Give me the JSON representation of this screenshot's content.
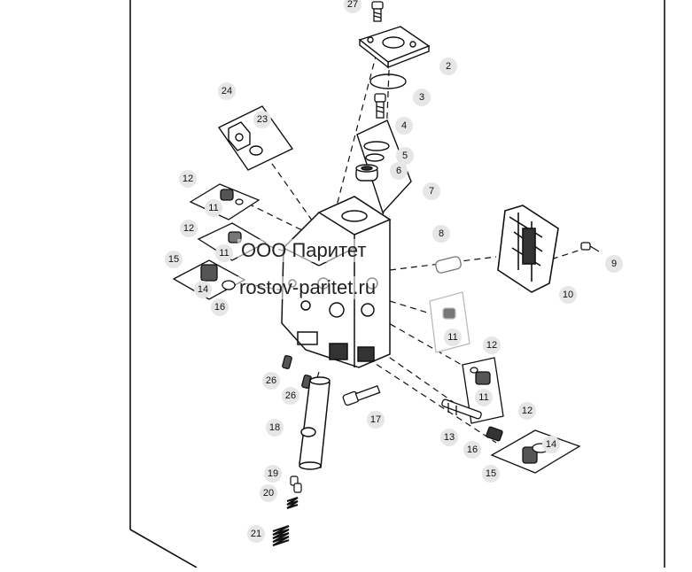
{
  "watermark": {
    "company": "ООО Паритет",
    "site": "rostov-paritet.ru"
  },
  "callouts": {
    "c27": "27",
    "c2": "2",
    "c3": "3",
    "c4": "4",
    "c5": "5",
    "c6": "6",
    "c7": "7",
    "c24": "24",
    "c23": "23",
    "c12a": "12",
    "c11a": "11",
    "c12b": "12",
    "c11b": "11",
    "c15a": "15",
    "c14a": "14",
    "c16a": "16",
    "c8": "8",
    "c9": "9",
    "c10": "10",
    "c11c": "11",
    "c12c": "12",
    "c11d": "11",
    "c12d": "12",
    "c26a": "26",
    "c26b": "26",
    "c17": "17",
    "c18": "18",
    "c13": "13",
    "c16b": "16",
    "c14b": "14",
    "c15b": "15",
    "c19": "19",
    "c20": "20",
    "c21": "21"
  }
}
